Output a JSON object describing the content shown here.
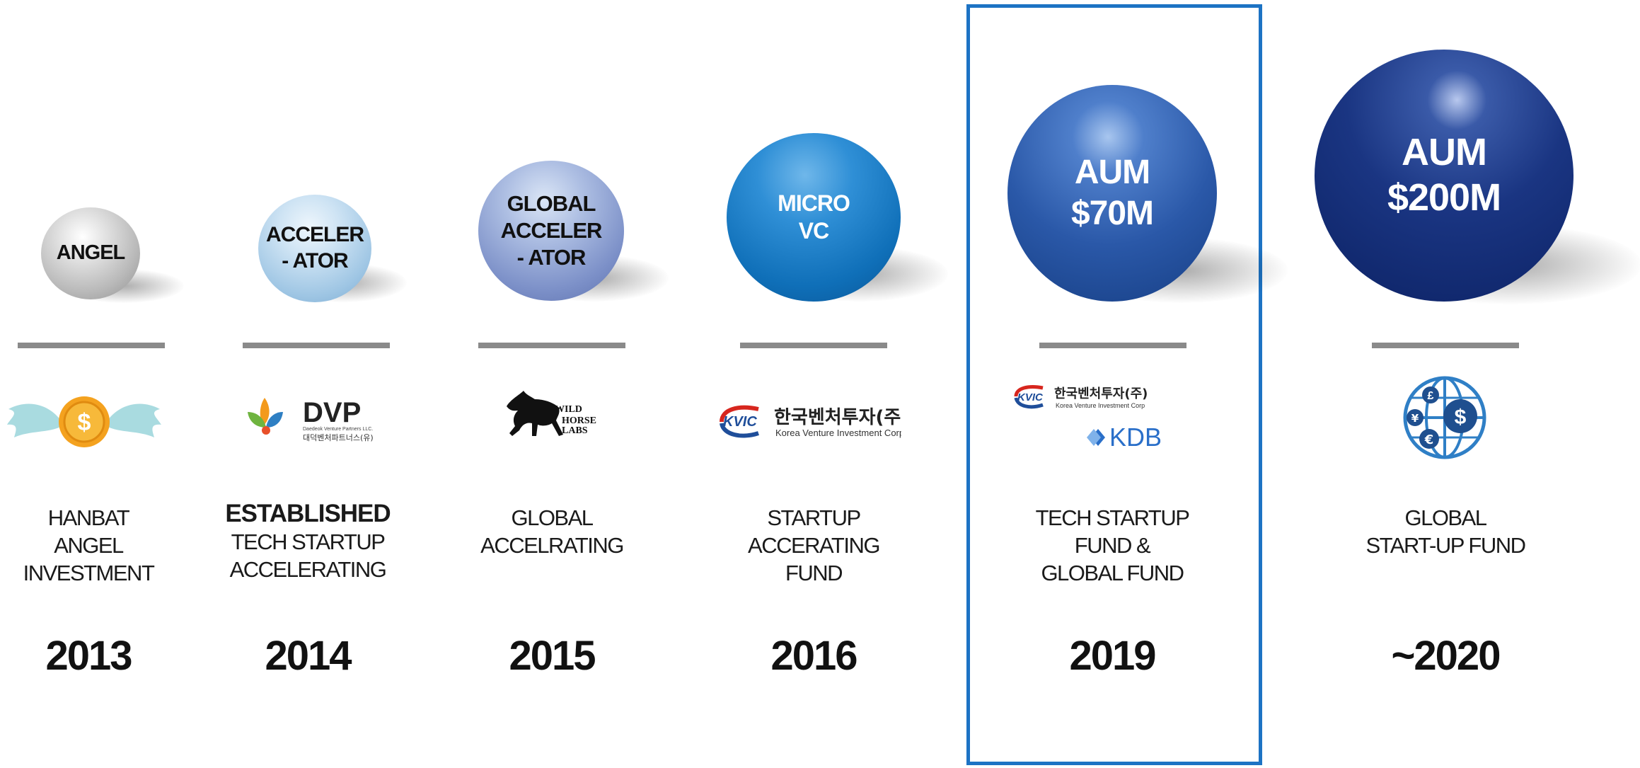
{
  "stages": [
    {
      "sphere_label": "ANGEL",
      "description": [
        "HANBAT",
        "ANGEL",
        "INVESTMENT"
      ],
      "year": "2013",
      "logo_icon": "angel-coin-logo"
    },
    {
      "sphere_label": "ACCELER\n- ATOR",
      "description_emph": "ESTABLISHED",
      "description": [
        "TECH STARTUP",
        "ACCELERATING"
      ],
      "year": "2014",
      "logo_icon": "dvp-logo",
      "logo_text": {
        "brand": "DVP",
        "sub": "Daedeok Venture Partners LLC.",
        "kr": "대덕벤처파트너스(유)"
      }
    },
    {
      "sphere_label": "GLOBAL\nACCELER\n- ATOR",
      "description": [
        "GLOBAL",
        "ACCELRATING"
      ],
      "year": "2015",
      "logo_icon": "wild-horse-labs-logo",
      "logo_text": {
        "l1": "WILD",
        "l2": "HORSE",
        "l3": "LABS"
      }
    },
    {
      "sphere_label": "MICRO\nVC",
      "description": [
        "STARTUP",
        "ACCERATING",
        "FUND"
      ],
      "year": "2016",
      "logo_icon": "kvic-logo",
      "logo_text": {
        "badge": "KVIC",
        "kr": "한국벤처투자(주)",
        "en": "Korea Venture Investment Corp"
      }
    },
    {
      "sphere_label": "AUM\n$70M",
      "description": [
        "TECH STARTUP",
        "FUND &",
        "GLOBAL FUND"
      ],
      "year": "2019",
      "logo_icon": "kvic-kdb-logo",
      "logo_text": {
        "badge": "KVIC",
        "kr": "한국벤처투자(주)",
        "en": "Korea Venture Investment Corp",
        "kdb": "KDB"
      }
    },
    {
      "sphere_label": "AUM\n$200M",
      "description": [
        "GLOBAL",
        "START-UP FUND"
      ],
      "year": "~2020",
      "logo_icon": "global-currency-logo",
      "logo_text": {
        "pound": "£",
        "yen": "¥",
        "euro": "€",
        "dollar": "$"
      }
    }
  ],
  "colors": {
    "highlight_border": "#1d73c4",
    "divider": "#8a8a8a",
    "kvic_red": "#d7261e",
    "kvic_blue": "#1f4e9a",
    "kdb_blue": "#2a6fc9"
  }
}
